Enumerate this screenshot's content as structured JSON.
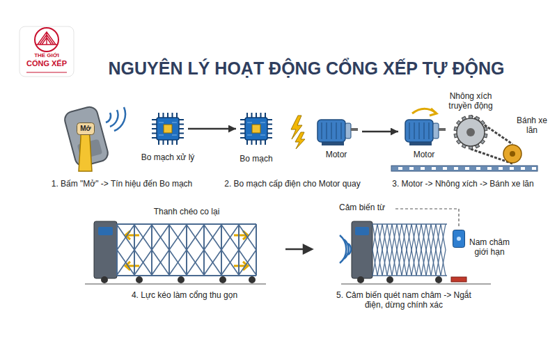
{
  "diagram": {
    "title": "NGUYÊN LÝ HOẠT ĐỘNG CỔNG XẾP TỰ ĐỘNG",
    "nodes": [
      {
        "text": [
          "Mở"
        ]
      },
      {
        "text": [
          "Bo mạch xử lý"
        ]
      },
      {
        "text": [
          "Bo mạch"
        ]
      },
      {
        "text": [
          "Motor"
        ]
      },
      {
        "text": [
          "Motor"
        ]
      },
      {
        "text": [
          "Nhông xích truyền động"
        ]
      },
      {
        "text": [
          "Bánh xe lăn"
        ]
      },
      {
        "text": [
          "Thanh chéo co lại"
        ]
      },
      {
        "text": [
          "Cảm biến từ"
        ]
      },
      {
        "text": [
          "Nam châm giới hạn"
        ]
      }
    ],
    "edges": [
      {
        "from": 1,
        "to": 2,
        "arrow": "to"
      },
      {
        "from": 3,
        "to": 4,
        "arrow": "to"
      }
    ],
    "labels": [
      "THẾ GIỚI",
      "CỔNG XẾP",
      "1. Bấm \"Mở\" -> Tín hiệu đến Bo mạch",
      "2. Bo mạch cấp điện cho Motor quay",
      "3. Motor -> Nhông xích -> Bánh xe lăn",
      "4. Lực kéo làm cổng thu gọn",
      "5. Cảm biến quét nam châm -> Ngắt điện, dừng chính xác"
    ]
  }
}
